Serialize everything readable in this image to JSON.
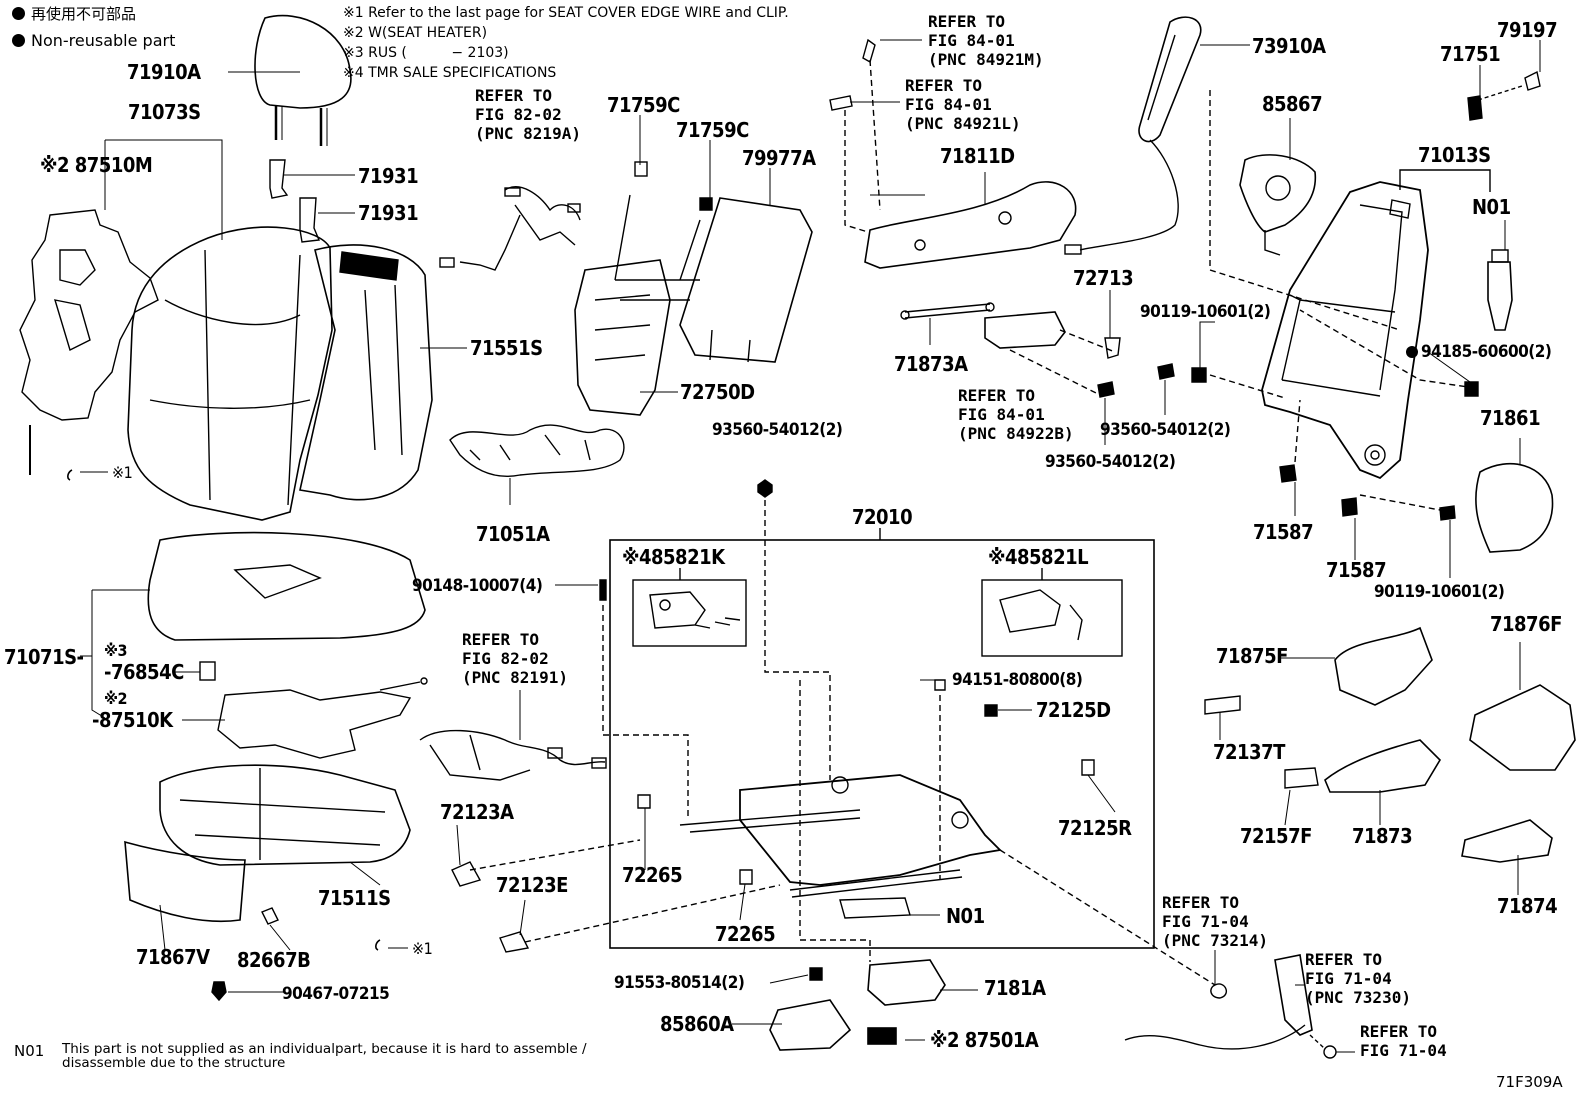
{
  "legend": {
    "nonreusable_jp": "再使用不可部品",
    "nonreusable_en": "Non-reusable part"
  },
  "notes": [
    "※1 Refer to the last page for SEAT COVER EDGE WIRE and CLIP.",
    "※2 W(SEAT HEATER)",
    "※3 RUS (          − 2103)",
    "※4 TMR SALE SPECIFICATIONS"
  ],
  "refs": {
    "r1": [
      "REFER TO",
      "FIG 84-01",
      "(PNC 84921M)"
    ],
    "r2": [
      "REFER TO",
      "FIG 84-01",
      "(PNC 84921L)"
    ],
    "r3": [
      "REFER TO",
      "FIG 82-02",
      "(PNC 8219A)"
    ],
    "r4": [
      "REFER TO",
      "FIG 84-01",
      "(PNC 84922B)"
    ],
    "r5": [
      "REFER TO",
      "FIG 82-02",
      "(PNC 82191)"
    ],
    "r6": [
      "REFER TO",
      "FIG 71-04",
      "(PNC 73214)"
    ],
    "r7": [
      "REFER TO",
      "FIG 71-04",
      "(PNC 73230)"
    ],
    "r8": [
      "REFER TO",
      "FIG 71-04"
    ]
  },
  "parts": {
    "p71910A": "71910A",
    "p71073S": "71073S",
    "p87510M": "※2 87510M",
    "p71931a": "71931",
    "p71931b": "71931",
    "p71551S": "71551S",
    "p71051A": "71051A",
    "p71759Ca": "71759C",
    "p71759Cb": "71759C",
    "p79977A": "79977A",
    "p72750D": "72750D",
    "p71811D": "71811D",
    "p73910A": "73910A",
    "p79197": "79197",
    "p71751": "71751",
    "p85867": "85867",
    "p71013S": "71013S",
    "pN01a": "N01",
    "p72713": "72713",
    "p71873A": "71873A",
    "p90119a": "90119-10601(2)",
    "p94185": "94185-60600(2)",
    "p93560a": "93560-54012(2)",
    "p93560b": "93560-54012(2)",
    "p93560c": "93560-54012(2)",
    "p71861": "71861",
    "p71587a": "71587",
    "p71587b": "71587",
    "p90119b": "90119-10601(2)",
    "p72010": "72010",
    "p85821K": "※485821K",
    "p85821L": "※485821L",
    "p90148": "90148-10007(4)",
    "p71071S": "71071S-",
    "p76854C": "76854C",
    "p76854Cmark": "※3",
    "p87510K": "87510K",
    "p87510Kmark": "※2",
    "p94151": "94151-80800(8)",
    "p72125D": "72125D",
    "p72125R": "72125R",
    "p72123A": "72123A",
    "p72265a": "72265",
    "p72265b": "72265",
    "p72123E": "72123E",
    "pN01b": "N01",
    "p71511S": "71511S",
    "p71867V": "71867V",
    "p82667B": "82667B",
    "p90467": "90467-07215",
    "p91553": "91553-80514(2)",
    "p85860A": "85860A",
    "p7181A": "7181A",
    "p87501A": "※2 87501A",
    "p71875F": "71875F",
    "p71876F": "71876F",
    "p72137T": "72137T",
    "p72157F": "72157F",
    "p71873": "71873",
    "p71874": "71874",
    "clip1a": "※1",
    "clip1b": "※1"
  },
  "footnote": {
    "code": "N01",
    "line1": "This part is not supplied as an individualpart, because it is hard to assemble /",
    "line2": "disassemble due to the structure"
  },
  "figure_id": "71F309A"
}
